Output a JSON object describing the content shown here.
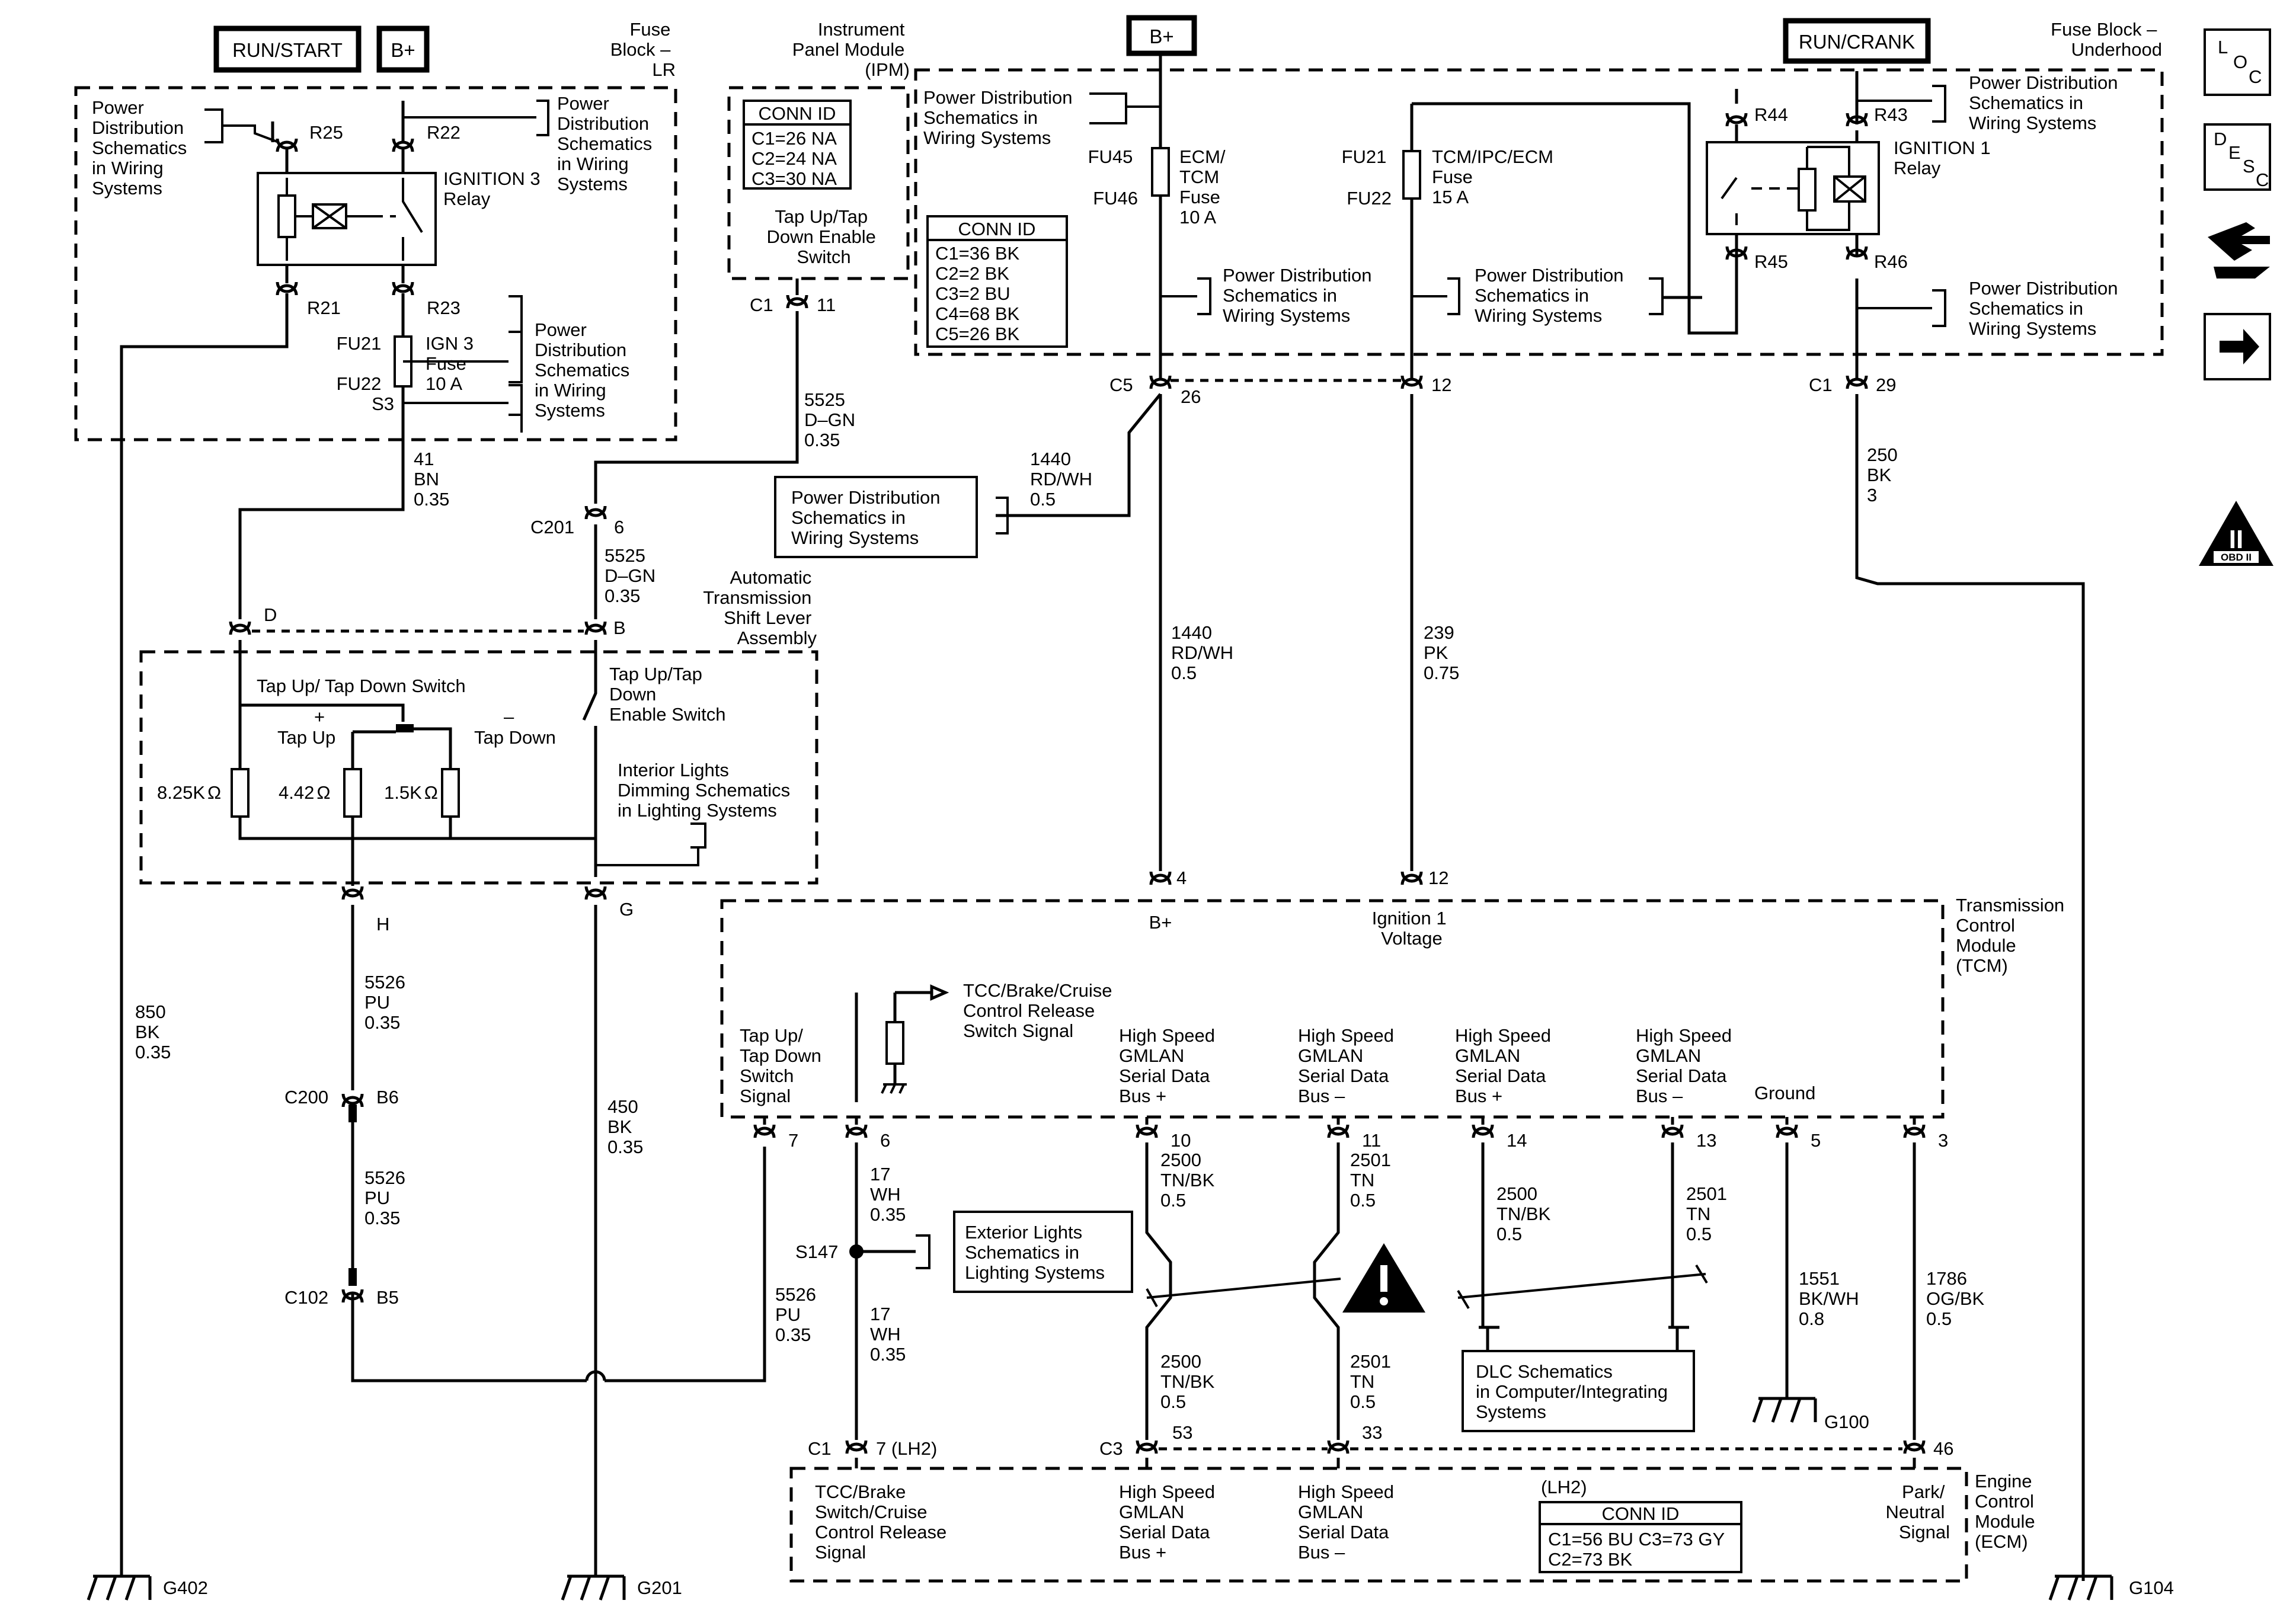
{
  "headers": {
    "run_start": "RUN/START",
    "bplus_left": "B+",
    "bplus_mid": "B+",
    "run_crank": "RUN/CRANK"
  },
  "fuse_block_lr": {
    "title": [
      "Fuse",
      "Block –",
      "LR"
    ],
    "pd_left": [
      "Power",
      "Distribution",
      "Schematics",
      "in Wiring",
      "Systems"
    ],
    "pd_right": [
      "Power",
      "Distribution",
      "Schematics",
      "in Wiring",
      "Systems"
    ],
    "pd_lower": [
      "Power",
      "Distribution",
      "Schematics",
      "in Wiring",
      "Systems"
    ],
    "r25": "R25",
    "r22": "R22",
    "r21": "R21",
    "r23": "R23",
    "relay": [
      "IGNITION 3",
      "Relay"
    ],
    "fu21": "FU21",
    "fu22": "FU22",
    "s3": "S3",
    "fuse": [
      "IGN 3",
      "Fuse",
      "10 A"
    ]
  },
  "ipm": {
    "title": [
      "Instrument",
      "Panel Module",
      "(IPM)"
    ],
    "conn_id": "CONN ID",
    "conns": [
      "C1=26 NA",
      "C2=24 NA",
      "C3=30 NA"
    ],
    "switch": [
      "Tap Up/Tap",
      "Down Enable",
      "Switch"
    ],
    "c1": "C1",
    "pin": "11"
  },
  "underhood": {
    "title": [
      "Fuse Block –",
      "Underhood"
    ],
    "pd_topleft": [
      "Power Distribution",
      "Schematics in",
      "Wiring Systems"
    ],
    "fu45": "FU45",
    "fu46": "FU46",
    "fuse1": [
      "ECM/",
      "TCM",
      "Fuse",
      "10 A"
    ],
    "fu21": "FU21",
    "fu22": "FU22",
    "fuse2": [
      "TCM/IPC/ECM",
      "Fuse",
      "15 A"
    ],
    "conn_id": "CONN ID",
    "conns": [
      "C1=36 BK",
      "C2=2 BK",
      "C3=2 BU",
      "C4=68 BK",
      "C5=26 BK"
    ],
    "pd_mid1": [
      "Power Distribution",
      "Schematics in",
      "Wiring Systems"
    ],
    "pd_mid2": [
      "Power Distribution",
      "Schematics in",
      "Wiring Systems"
    ],
    "r44": "R44",
    "r43": "R43",
    "r45": "R45",
    "r46": "R46",
    "pd_r43": [
      "Power Distribution",
      "Schematics in",
      "Wiring Systems"
    ],
    "relay": [
      "IGNITION 1",
      "Relay"
    ],
    "pd_r46": [
      "Power Distribution",
      "Schematics in",
      "Wiring Systems"
    ],
    "c5": "C5",
    "pin26": "26",
    "pin12": "12",
    "c1": "C1",
    "pin29": "29"
  },
  "wires": {
    "w41": [
      "41",
      "BN",
      "0.35"
    ],
    "w5525a": [
      "5525",
      "D–GN",
      "0.35"
    ],
    "c201": "C201",
    "c201_pin": "6",
    "w5525b": [
      "5525",
      "D–GN",
      "0.35"
    ],
    "w1440a": [
      "1440",
      "RD/WH",
      "0.5"
    ],
    "pd_box": [
      "Power Distribution",
      "Schematics in",
      "Wiring Systems"
    ],
    "w1440b": [
      "1440",
      "RD/WH",
      "0.5"
    ],
    "w239": [
      "239",
      "PK",
      "0.75"
    ],
    "w250": [
      "250",
      "BK",
      "3"
    ],
    "w850": [
      "850",
      "BK",
      "0.35"
    ],
    "w5526a": [
      "5526",
      "PU",
      "0.35"
    ],
    "c200": "C200",
    "b6": "B6",
    "w5526b": [
      "5526",
      "PU",
      "0.35"
    ],
    "c102": "C102",
    "b5": "B5",
    "w5526c": [
      "5526",
      "PU",
      "0.35"
    ],
    "w450": [
      "450",
      "BK",
      "0.35"
    ],
    "w17a": [
      "17",
      "WH",
      "0.35"
    ],
    "s147": "S147",
    "ext_lights": [
      "Exterior Lights",
      "Schematics in",
      "Lighting Systems"
    ],
    "w17b": [
      "17",
      "WH",
      "0.35"
    ],
    "w2500a": [
      "2500",
      "TN/BK",
      "0.5"
    ],
    "w2501a": [
      "2501",
      "TN",
      "0.5"
    ],
    "w2500b": [
      "2500",
      "TN/BK",
      "0.5"
    ],
    "w2501b": [
      "2501",
      "TN",
      "0.5"
    ],
    "w2500c": [
      "2500",
      "TN/BK",
      "0.5"
    ],
    "w2501c": [
      "2501",
      "TN",
      "0.5"
    ],
    "w1551": [
      "1551",
      "BK/WH",
      "0.8"
    ],
    "w1786": [
      "1786",
      "OG/BK",
      "0.5"
    ],
    "dlc": [
      "DLC Schematics",
      "in Computer/Integrating",
      "Systems"
    ]
  },
  "shifter": {
    "title": [
      "Automatic",
      "Transmission",
      "Shift Lever",
      "Assembly"
    ],
    "d": "D",
    "b": "B",
    "h": "H",
    "g": "G",
    "tap_switch": "Tap Up/ Tap Down Switch",
    "plus": "+",
    "minus": "–",
    "tap_up": "Tap Up",
    "tap_down": "Tap Down",
    "r1": "8.25K",
    "r2": "4.42",
    "r3": "1.5K",
    "ohm": "Ω",
    "enable": [
      "Tap Up/Tap",
      "Down",
      "Enable Switch"
    ],
    "interior": [
      "Interior Lights",
      "Dimming Schematics",
      "in Lighting Systems"
    ]
  },
  "tcm": {
    "title": [
      "Transmission",
      "Control",
      "Module",
      "(TCM)"
    ],
    "pin4": "4",
    "pin12": "12",
    "bplus": "B+",
    "ign": [
      "Ignition 1",
      "Voltage"
    ],
    "tcc_signal": [
      "TCC/Brake/Cruise",
      "Control Release",
      "Switch Signal"
    ],
    "tap_sig": [
      "Tap Up/",
      "Tap Down",
      "Switch",
      "Signal"
    ],
    "hs1": [
      "High Speed",
      "GMLAN",
      "Serial Data",
      "Bus +"
    ],
    "hs2": [
      "High Speed",
      "GMLAN",
      "Serial Data",
      "Bus –"
    ],
    "hs3": [
      "High Speed",
      "GMLAN",
      "Serial Data",
      "Bus +"
    ],
    "hs4": [
      "High Speed",
      "GMLAN",
      "Serial Data",
      "Bus –"
    ],
    "ground": "Ground",
    "pins": [
      "7",
      "6",
      "10",
      "11",
      "14",
      "13",
      "5",
      "3"
    ]
  },
  "ecm": {
    "title": [
      "Engine",
      "Control",
      "Module",
      "(ECM)"
    ],
    "c1": "C1",
    "pin7": "7 (LH2)",
    "c3": "C3",
    "pin53": "53",
    "pin33": "33",
    "pin46": "46",
    "tcc": [
      "TCC/Brake",
      "Switch/Cruise",
      "Control Release",
      "Signal"
    ],
    "hs1": [
      "High Speed",
      "GMLAN",
      "Serial Data",
      "Bus +"
    ],
    "hs2": [
      "High Speed",
      "GMLAN",
      "Serial Data",
      "Bus –"
    ],
    "lh2": "(LH2)",
    "conn_id": "CONN ID",
    "conns": [
      "C1=56 BU  C3=73 GY",
      "C2=73 BK"
    ],
    "park": [
      "Park/",
      "Neutral",
      "Signal"
    ]
  },
  "grounds": {
    "g402": "G402",
    "g201": "G201",
    "g100": "G100",
    "g104": "G104"
  },
  "side_icons": {
    "loc": [
      "L",
      "O",
      "C"
    ],
    "desc": [
      "D",
      "E",
      "S",
      "C"
    ],
    "obd": "II",
    "obd_label": "OBD II",
    "icons": [
      "loc-icon",
      "desc-icon",
      "connector-tool-icon",
      "arrow-right-icon",
      "obd-ii-icon"
    ]
  }
}
